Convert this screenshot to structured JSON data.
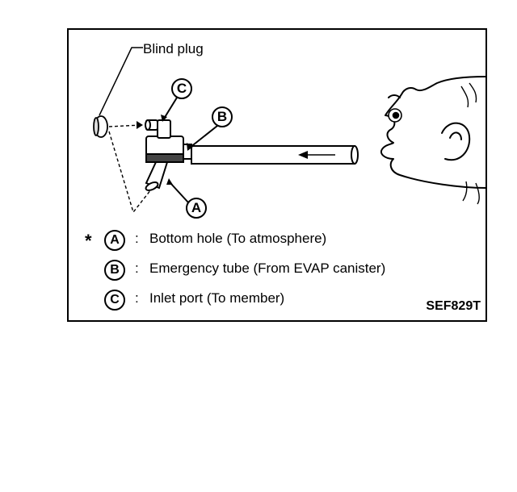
{
  "figure": {
    "plug_label": "Blind plug",
    "figure_id": "SEF829T",
    "callouts": {
      "a": "A",
      "b": "B",
      "c": "C"
    }
  },
  "legend": [
    {
      "marker": "*",
      "letter": "A",
      "colon": ":",
      "text": "Bottom hole (To atmosphere)"
    },
    {
      "marker": "",
      "letter": "B",
      "colon": ":",
      "text": "Emergency tube (From EVAP canister)"
    },
    {
      "marker": "",
      "letter": "C",
      "colon": ":",
      "text": "Inlet port (To member)"
    }
  ]
}
